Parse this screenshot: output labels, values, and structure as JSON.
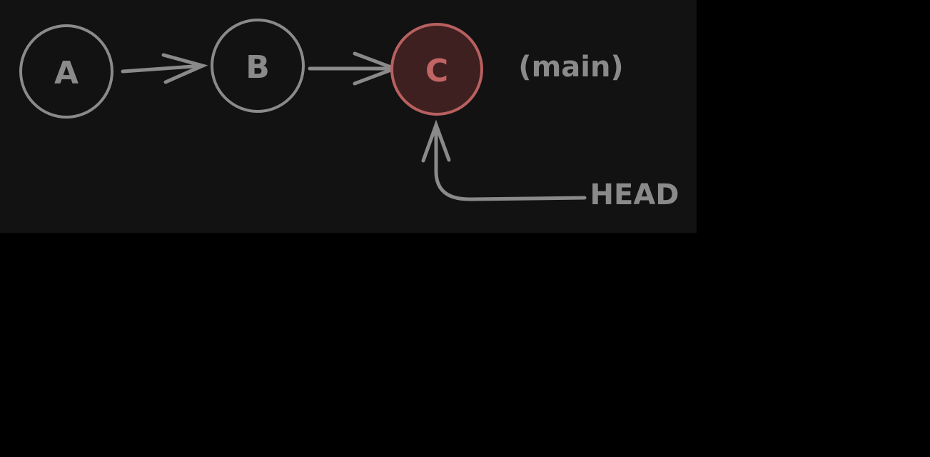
{
  "colors": {
    "background": "#121212",
    "outer_background": "#000000",
    "node_stroke": "#8a8a8a",
    "node_text": "#8a8a8a",
    "head_node_stroke": "#b86060",
    "head_node_fill": "#3f2020",
    "head_node_text": "#c06464",
    "arrow": "#8a8a8a"
  },
  "nodes": [
    {
      "id": "A",
      "label": "A"
    },
    {
      "id": "B",
      "label": "B"
    },
    {
      "id": "C",
      "label": "C",
      "highlighted": true
    }
  ],
  "edges": [
    {
      "from": "A",
      "to": "B"
    },
    {
      "from": "B",
      "to": "C"
    },
    {
      "from": "HEAD",
      "to": "C"
    }
  ],
  "branch_label": "(main)",
  "head_label": "HEAD"
}
